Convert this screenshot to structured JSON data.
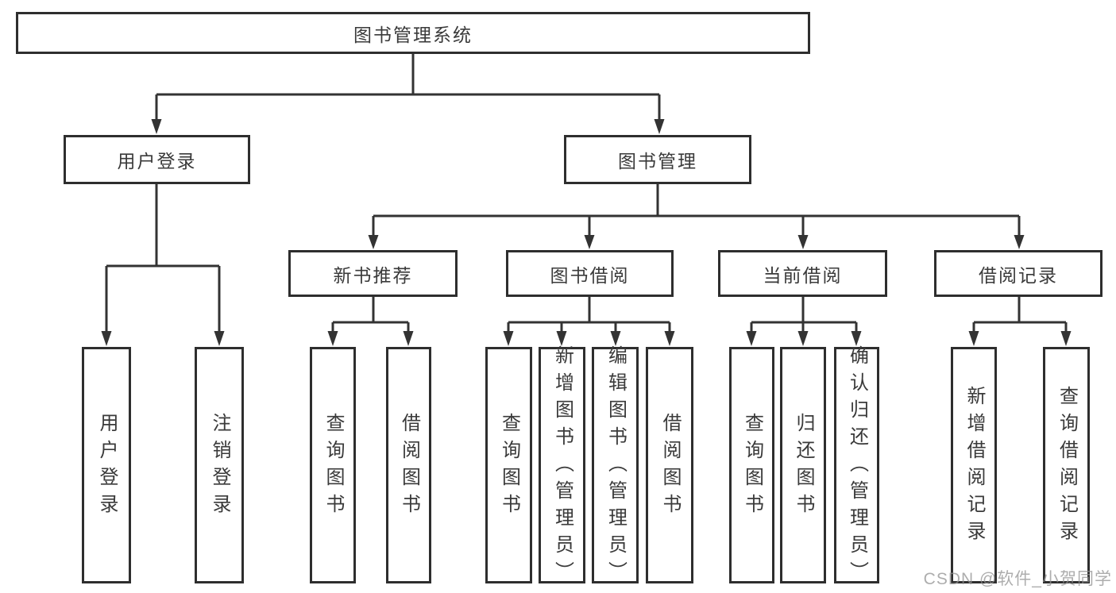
{
  "page": {
    "watermark": "CSDN @软件_小贺同学"
  },
  "colors": {
    "line": "#333333",
    "box_border": "#2e2e2e",
    "text": "#3a3a3a",
    "watermark_text": "#919191"
  },
  "tree": {
    "root": {
      "label": "图书管理系统"
    },
    "level2": [
      {
        "id": "user-login",
        "label": "用户登录"
      },
      {
        "id": "book-management",
        "label": "图书管理"
      }
    ],
    "level3": [
      {
        "id": "new-book-recommend",
        "label": "新书推荐",
        "parent": "图书管理"
      },
      {
        "id": "book-borrow",
        "label": "图书借阅",
        "parent": "图书管理"
      },
      {
        "id": "current-borrow",
        "label": "当前借阅",
        "parent": "图书管理"
      },
      {
        "id": "borrow-records",
        "label": "借阅记录",
        "parent": "图书管理"
      }
    ],
    "leaves": {
      "user_login": [
        "用户登录",
        "注销登录"
      ],
      "new_book_recommend": [
        "查询图书",
        "借阅图书"
      ],
      "book_borrow": [
        "查询图书",
        "新增图书（管理员）",
        "编辑图书（管理员）",
        "借阅图书"
      ],
      "current_borrow": [
        "查询图书",
        "归还图书",
        "确认归还（管理员）"
      ],
      "borrow_records": [
        "新增借阅记录",
        "查询借阅记录"
      ]
    }
  }
}
